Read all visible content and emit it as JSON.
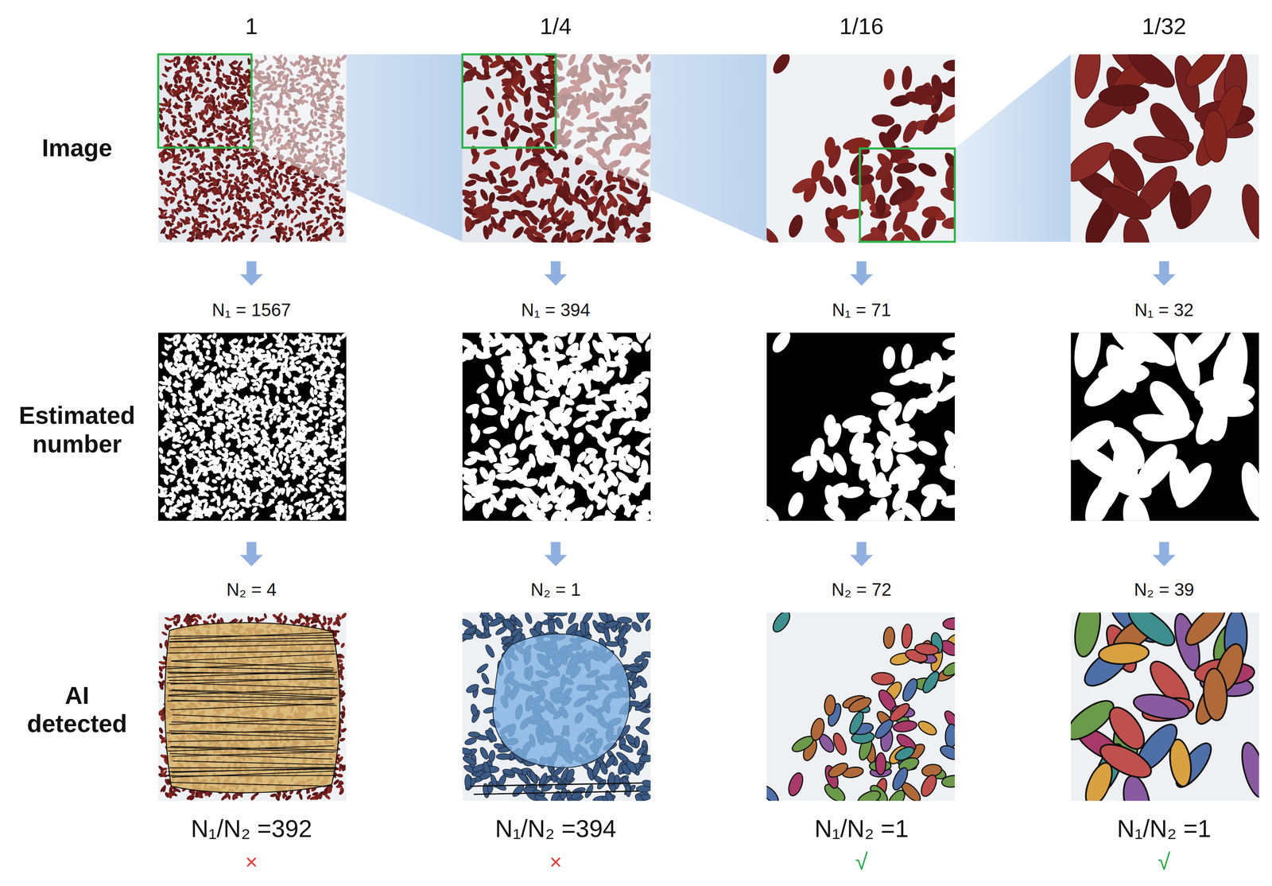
{
  "diagram": {
    "labels": [
      "1",
      "1/4",
      "1/16",
      "1/32",
      "Image",
      "N₁ = 1567",
      "N₁ = 394",
      "N₁ = 71",
      "N₁ = 32",
      "Estimated number",
      "N₂ = 4",
      "N₂ = 1",
      "N₂ = 72",
      "N₂ = 39",
      "AI detected",
      "N₁/N₂ =392",
      "N₁/N₂ =394",
      "N₁/N₂ =1",
      "N₁/N₂ =1",
      "×",
      "×",
      "√",
      "√"
    ]
  }
}
